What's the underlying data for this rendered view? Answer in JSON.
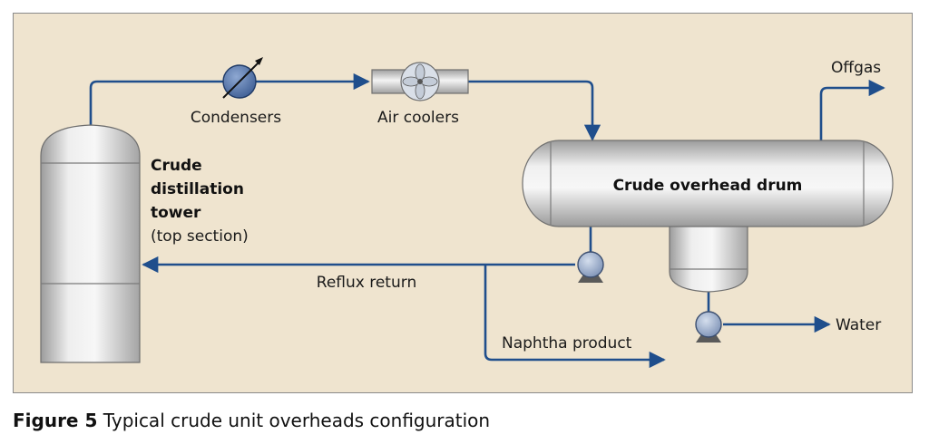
{
  "diagram": {
    "labels": {
      "condensers": "Condensers",
      "air_coolers": "Air coolers",
      "offgas": "Offgas",
      "tower_line1": "Crude",
      "tower_line2": "distillation",
      "tower_line3": "tower",
      "tower_line4": "(top section)",
      "drum": "Crude overhead drum",
      "reflux": "Reflux return",
      "naphtha": "Naphtha product",
      "water": "Water"
    },
    "colors": {
      "pipe": "#1f4e8c",
      "background": "#efe4cf",
      "vessel_light": "#f3f3f3",
      "vessel_dark": "#a8a8a8",
      "pump_body": "#8ea3c4"
    }
  },
  "caption": {
    "figure_number": "Figure 5",
    "text": "Typical crude unit overheads configuration"
  }
}
